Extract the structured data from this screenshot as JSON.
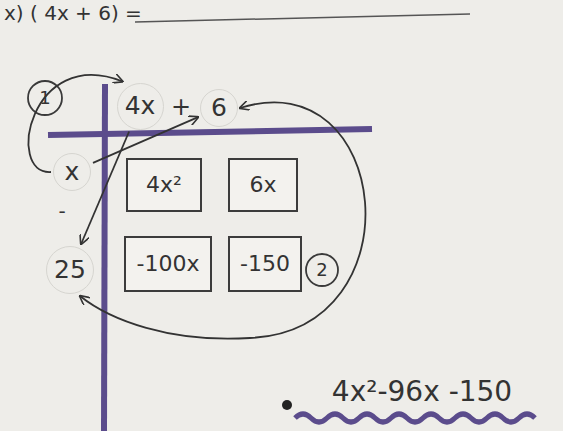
{
  "diagram": {
    "nodes": [
      {
        "text": [
          "4x"
        ]
      },
      {
        "text": [
          "6"
        ]
      },
      {
        "text": [
          "x"
        ]
      },
      {
        "text": [
          "25"
        ]
      },
      {
        "text": [
          "4x²"
        ]
      },
      {
        "text": [
          "6x"
        ]
      },
      {
        "text": [
          "-100x"
        ]
      },
      {
        "text": [
          "-150"
        ]
      }
    ],
    "edges": [
      {
        "from": 2,
        "to": 0,
        "arrow": "to"
      },
      {
        "from": 2,
        "to": 1,
        "arrow": "to"
      },
      {
        "from": 0,
        "to": 3,
        "arrow": "to"
      },
      {
        "from": 1,
        "to": 3,
        "arrow": "both"
      }
    ],
    "labels": [
      "x) ( 4x + 6) =",
      "+",
      "-",
      "1",
      "2",
      "4x²-96x -150"
    ]
  }
}
